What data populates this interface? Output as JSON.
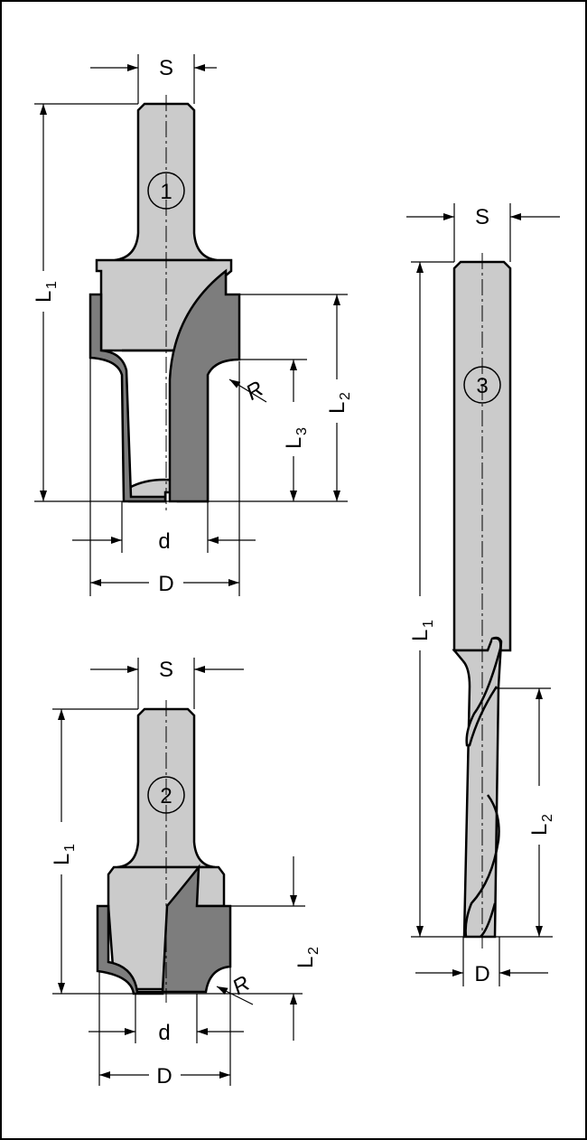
{
  "title": "Router bit dimension drawings",
  "colors": {
    "steel": "#cbcbcb",
    "carbide": "#7d7d7d",
    "line": "#000000"
  },
  "tool1": {
    "number": "1",
    "S": "S",
    "L1": "L",
    "L1_sub": "1",
    "L2": "L",
    "L2_sub": "2",
    "L3": "L",
    "L3_sub": "3",
    "R": "R",
    "d": "d",
    "D": "D"
  },
  "tool2": {
    "number": "2",
    "S": "S",
    "L1": "L",
    "L1_sub": "1",
    "L2": "L",
    "L2_sub": "2",
    "R": "R",
    "d": "d",
    "D": "D"
  },
  "tool3": {
    "number": "3",
    "S": "S",
    "L1": "L",
    "L1_sub": "1",
    "L2": "L",
    "L2_sub": "2",
    "D": "D"
  }
}
